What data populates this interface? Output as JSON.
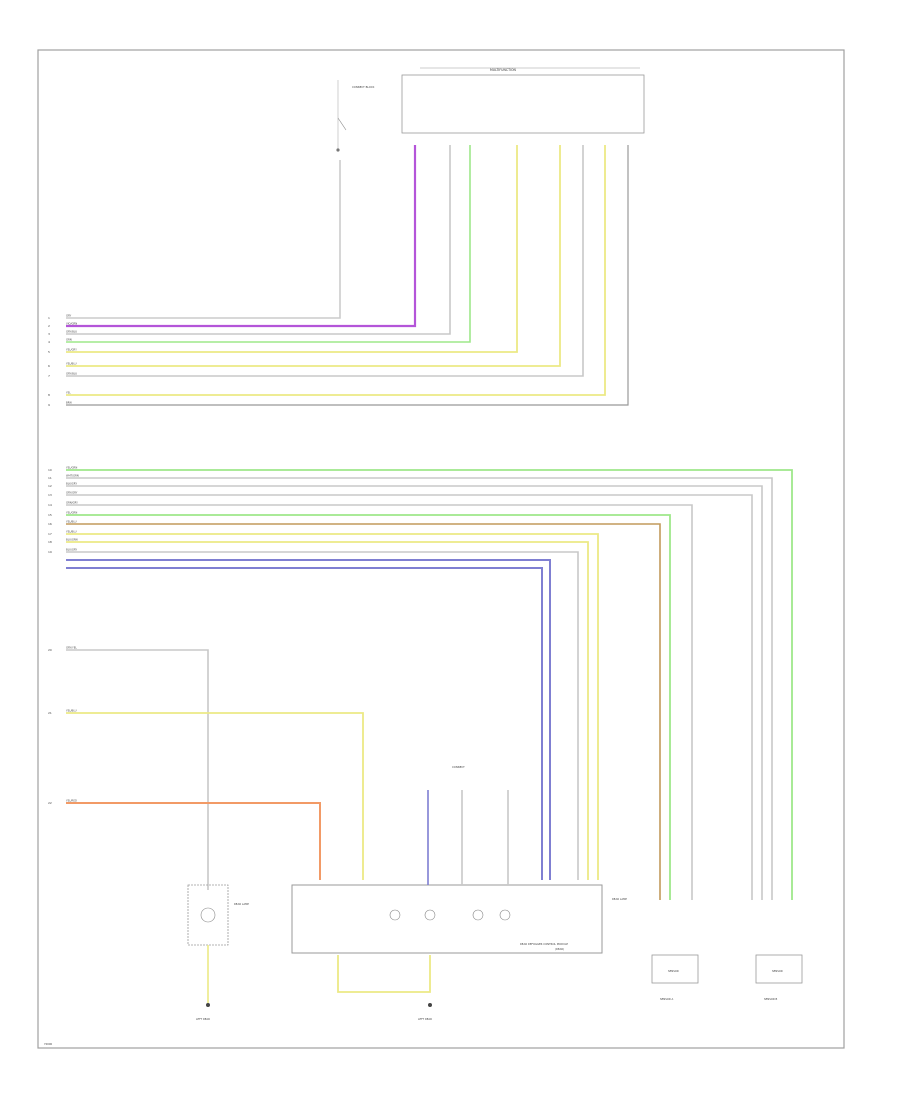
{
  "diagram": {
    "page_code": "Y0000",
    "harness_pins": [
      {
        "pin": "1",
        "label": "GRY"
      },
      {
        "pin": "2",
        "label": "VIO/GRN"
      },
      {
        "pin": "3",
        "label": "GRY/BLU"
      },
      {
        "pin": "4",
        "label": "GRN"
      },
      {
        "pin": "5",
        "label": "YEL/GRY"
      },
      {
        "pin": "6",
        "label": "YEL/BLU"
      },
      {
        "pin": "7",
        "label": "GRY/BLU"
      },
      {
        "pin": "8",
        "label": "YEL"
      },
      {
        "pin": "9",
        "label": "BRN"
      }
    ],
    "lower_pins": [
      {
        "pin": "10",
        "label": "YEL/GRN"
      },
      {
        "pin": "11",
        "label": "WHT/GRN"
      },
      {
        "pin": "12",
        "label": "BLK/GRY"
      },
      {
        "pin": "13",
        "label": "GRY/GRY"
      },
      {
        "pin": "14",
        "label": "GRN/GRY"
      },
      {
        "pin": "15",
        "label": "YEL/GRN"
      },
      {
        "pin": "16",
        "label": "YEL/BLU"
      },
      {
        "pin": "17",
        "label": "YEL/BLU"
      },
      {
        "pin": "18",
        "label": "BLU/GRN"
      },
      {
        "pin": "19",
        "label": "BLU/GRY"
      }
    ],
    "side_pins": [
      {
        "pin": "20",
        "label": "GRY/YEL"
      },
      {
        "pin": "21",
        "label": "YEL/BLU"
      },
      {
        "pin": "22",
        "label": "YEL/RED"
      }
    ],
    "top_module_label": "MULTIFUNCTION",
    "top_splice_label": "CONNECT BLOCK",
    "lower_module_label": "REAR DEFOGGER CONTROL MODULE",
    "lower_module_sub": "(REAR)",
    "center_ground_label": "CONNECT",
    "left_component_label": "REAR LAMP",
    "right_side_label": "REAR LAMP",
    "sensor1_label": "SENSOR",
    "sensor1_sub": "SENSOR A",
    "sensor2_label": "SENSOR",
    "sensor2_sub": "SENSOR B",
    "ground_left_label": "LEFT REAR",
    "ground_center_label": "LEFT REAR",
    "colors": {
      "frame": "#9a9a9a",
      "gray_wire": "#c8c8c8",
      "violet_wire": "#b455d9",
      "green_wire": "#9ee88a",
      "yellow_wire": "#ece985",
      "blue_wire": "#7f7fd2",
      "orange_wire": "#f29a66",
      "brown_wire": "#c29a5c"
    }
  }
}
